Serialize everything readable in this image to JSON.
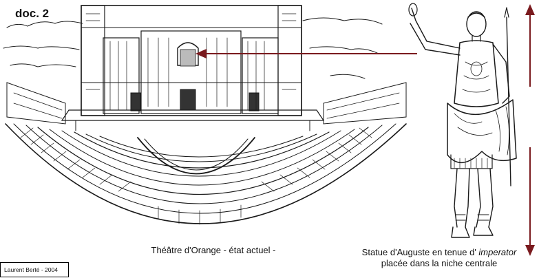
{
  "doc_label": "doc. 2",
  "theatre_caption": "Théâtre d'Orange - état actuel -",
  "statue_caption": {
    "prefix": "Statue d'Auguste en tenue d' ",
    "emphasis": "imperator",
    "line2": "placée dans la niche centrale"
  },
  "credit": "Laurent Berté - 2004",
  "colors": {
    "arrow": "#7a1a1e",
    "ink": "#1a1a1a"
  }
}
